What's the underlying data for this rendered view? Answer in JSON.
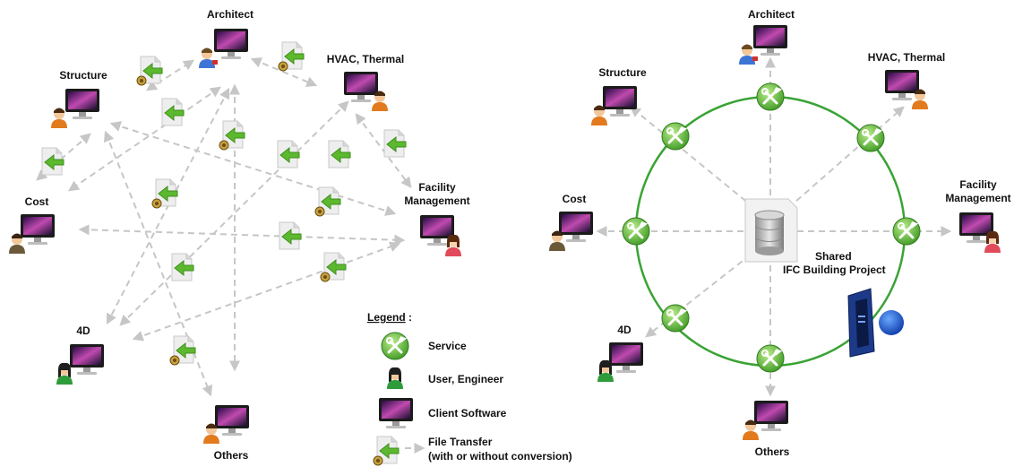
{
  "left_diagram": {
    "nodes": {
      "architect": "Architect",
      "structure": "Structure",
      "hvac": "HVAC, Thermal",
      "cost": "Cost",
      "facility_line1": "Facility",
      "facility_line2": "Management",
      "fourd": "4D",
      "others": "Others"
    }
  },
  "right_diagram": {
    "nodes": {
      "architect": "Architect",
      "structure": "Structure",
      "hvac": "HVAC, Thermal",
      "cost": "Cost",
      "facility_line1": "Facility",
      "facility_line2": "Management",
      "fourd": "4D",
      "others": "Others"
    },
    "center_line1": "Shared",
    "center_line2": "IFC Building Project"
  },
  "legend": {
    "title": "Legend",
    "colon": " :",
    "service": "Service",
    "user": "User, Engineer",
    "client": "Client Software",
    "file_line1": "File Transfer",
    "file_line2": "(with or without conversion)"
  },
  "colors": {
    "ring": "#3aa335",
    "arrow": "#c6c6c6",
    "service_green": "#6cc04a",
    "file_arrow": "#5cb82e"
  },
  "icons": [
    "computer-icon",
    "user-icon",
    "service-icon",
    "file-transfer-icon",
    "database-icon",
    "server-icon"
  ]
}
